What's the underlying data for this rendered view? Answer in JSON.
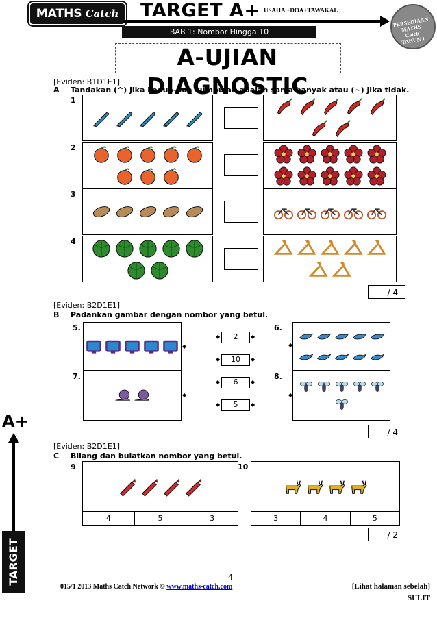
{
  "header": {
    "logo_main": "MATHS",
    "logo_script": "Catch",
    "target": "TARGET A+",
    "motto": "USAHA +DOA+TAWAKAL",
    "seal_text": "PERSEDIAAN MATHS Catch TAHUN 1",
    "chapter": "BAB 1: Nombor Hingga 10",
    "title": "A-UJIAN DIAGNOSTIC"
  },
  "sectionA": {
    "evidence": "[Eviden: B1D1E1]",
    "letter": "A",
    "instruction": "Tandakan (^) jika kedua-dua kumpulan adalah sama banyak atau (~) jika tidak.",
    "rows": [
      {
        "num": "1",
        "left_icon": "pencil-icon",
        "left_count": 5,
        "right_icon": "chili-icon",
        "right_count": 7
      },
      {
        "num": "2",
        "left_icon": "peach-icon",
        "left_count": 8,
        "right_icon": "hibiscus-icon",
        "right_count": 10
      },
      {
        "num": "3",
        "left_icon": "peanut-icon",
        "left_count": 5,
        "right_icon": "bicycle-icon",
        "right_count": 5
      },
      {
        "num": "4",
        "left_icon": "cabbage-icon",
        "left_count": 7,
        "right_icon": "hanger-icon",
        "right_count": 7
      }
    ],
    "score": "/ 4"
  },
  "sectionB": {
    "evidence": "[Eviden: B2D1E1]",
    "letter": "B",
    "instruction": "Padankan gambar dengan nombor yang betul.",
    "q5": "5.",
    "q6": "6.",
    "q7": "7.",
    "q8": "8.",
    "numbers": [
      "2",
      "10",
      "6",
      "5"
    ],
    "q5_icon": "tv-icon",
    "q5_count": 5,
    "q6_icon": "dolphin-icon",
    "q6_count": 10,
    "q7_icon": "snail-icon",
    "q7_count": 2,
    "q8_icon": "mosquito-icon",
    "q8_count": 6,
    "score": "/ 4"
  },
  "sectionC": {
    "evidence": "[Eviden: B2D1E1]",
    "letter": "C",
    "instruction": "Bilang dan bulatkan nombor yang betul.",
    "q9": "9",
    "q10": "10",
    "q9_icon": "crayon-icon",
    "q9_count": 4,
    "q10_icon": "goat-icon",
    "q10_count": 4,
    "q9_options": [
      "4",
      "5",
      "3"
    ],
    "q10_options": [
      "3",
      "4",
      "5"
    ],
    "score": "/ 2"
  },
  "sidebar": {
    "grade": "A+",
    "word": "TARGET"
  },
  "footer": {
    "page_number": "4",
    "copyright": "015/1 2013 Maths Catch Network ©",
    "website": "www.maths-catch.com",
    "next_page": "[Lihat halaman sebelah]",
    "classification": "SULIT"
  },
  "colors": {
    "pencil": "#2f88b5",
    "chili": "#d4281f",
    "peach": "#e8642c",
    "hibiscus": "#b4202a",
    "peanut": "#b78a5a",
    "bicycle": "#c0552a",
    "cabbage": "#2d8a2d",
    "hanger": "#d08a2a",
    "tv": "#2a8ad0",
    "dolphin": "#3a8ad0",
    "snail": "#7a5aa0",
    "mosquito": "#446",
    "crayon": "#d02a2a",
    "goat": "#e0b020"
  }
}
